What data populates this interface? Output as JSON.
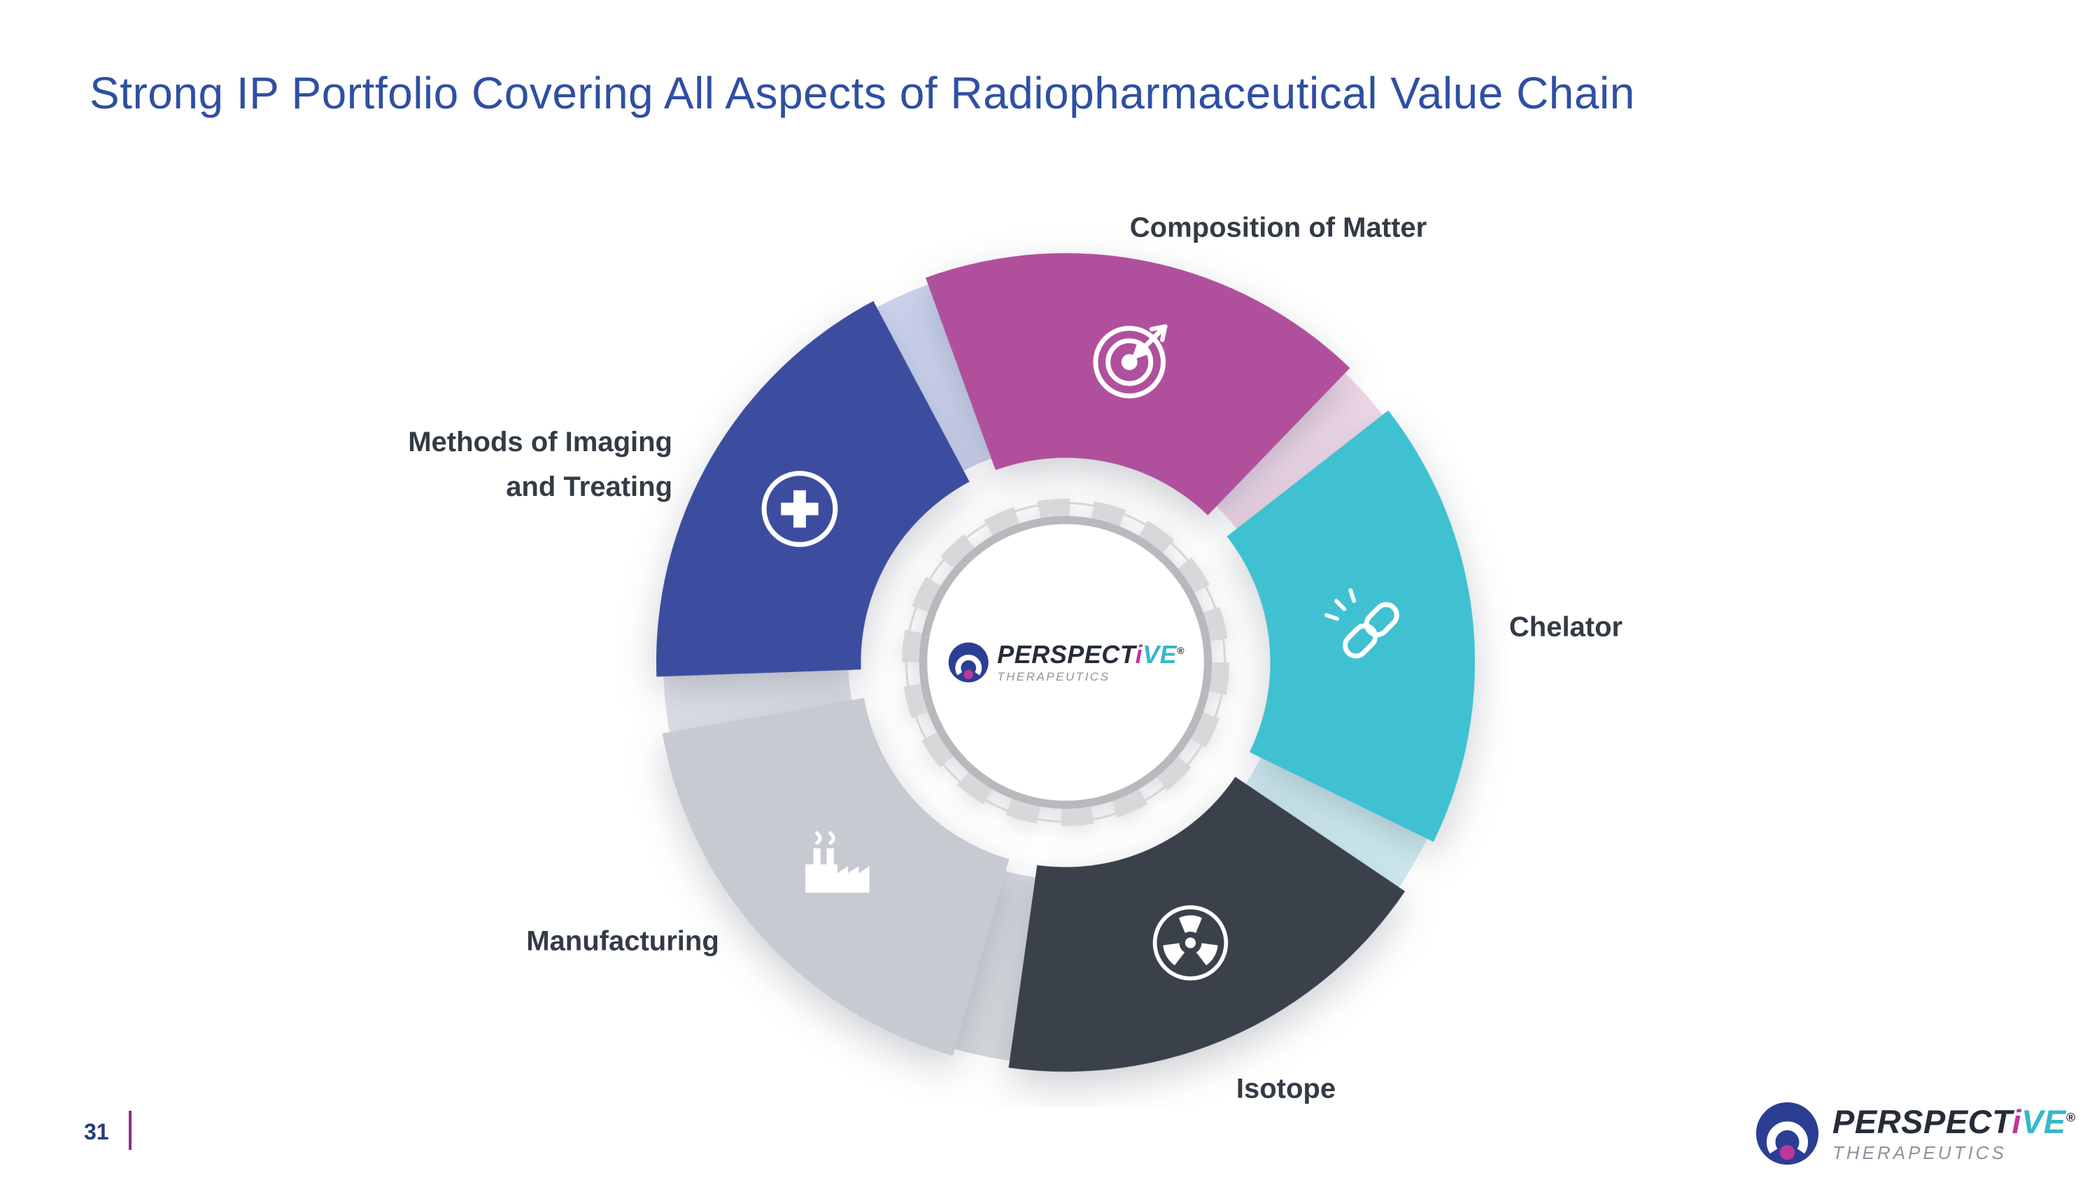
{
  "slide": {
    "title": "Strong IP Portfolio Covering All Aspects of Radiopharmaceutical Value Chain",
    "title_color": "#2f4fa3",
    "background_color": "#ffffff"
  },
  "diagram": {
    "segments": [
      {
        "id": "composition-of-matter",
        "label": "Composition of Matter",
        "color": "#b0509d",
        "tint": "#eed7e9",
        "icon": "target-icon",
        "angle": 12
      },
      {
        "id": "chelator",
        "label": "Chelator",
        "color": "#3fc1d2",
        "tint": "#cfecf1",
        "icon": "chain-icon",
        "angle": 84
      },
      {
        "id": "isotope",
        "label": "Isotope",
        "color": "#3a414b",
        "tint": "#d6d9de",
        "icon": "radiation-icon",
        "angle": 156
      },
      {
        "id": "manufacturing",
        "label": "Manufacturing",
        "color": "#c7cad1",
        "tint": "#dde0e6",
        "icon": "factory-icon",
        "angle": 228
      },
      {
        "id": "methods-of-imaging-and-treating",
        "label": "Methods of Imaging and Treating",
        "color": "#3c4da0",
        "tint": "#ccd3ed",
        "icon": "medical-cross-icon",
        "angle": 300
      }
    ],
    "center_logo": {
      "brand_pre": "PERSPECT",
      "brand_i": "i",
      "brand_post": "VE",
      "reg": "®",
      "subtitle": "THERAPEUTICS"
    }
  },
  "footer": {
    "page_number": "31",
    "logo": {
      "brand_pre": "PERSPECT",
      "brand_i": "i",
      "brand_post": "VE",
      "reg": "®",
      "subtitle": "THERAPEUTICS"
    }
  }
}
